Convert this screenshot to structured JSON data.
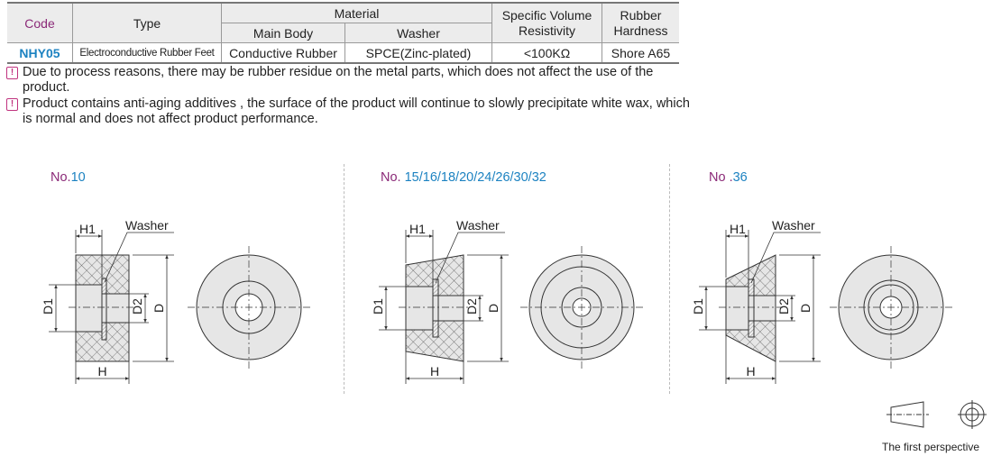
{
  "table": {
    "headers": {
      "code": "Code",
      "type": "Type",
      "material": "Material",
      "main_body": "Main Body",
      "washer": "Washer",
      "resistivity": "Specific Volume Resistivity",
      "hardness": "Rubber Hardness"
    },
    "rows": [
      {
        "code": "NHY05",
        "type": "Electroconductive Rubber Feet",
        "main_body": "Conductive Rubber",
        "washer": "SPCE(Zinc-plated)",
        "resistivity": "<100KΩ",
        "hardness": "Shore A65"
      }
    ]
  },
  "notes": [
    "Due to process reasons, there may be rubber residue on the metal parts, which does not affect the use of the product.",
    "Product contains anti-aging additives , the surface of the product will continue to slowly precipitate white wax, which is normal and does not affect product performance."
  ],
  "drawings": [
    {
      "prefix": "No.",
      "sizes": "10"
    },
    {
      "prefix": "No. ",
      "sizes": "15/16/18/20/24/26/30/32"
    },
    {
      "prefix": "No .",
      "sizes": "36"
    }
  ],
  "labels": {
    "washer": "Washer",
    "h1": "H1",
    "d1": "D1",
    "d2": "D2",
    "d": "D",
    "h": "H"
  },
  "perspective_label": "The first perspective",
  "colors": {
    "code_header": "#8b2a78",
    "code_value": "#1c82c1",
    "note_icon": "#c0337f",
    "fill": "#e6e6e6"
  }
}
